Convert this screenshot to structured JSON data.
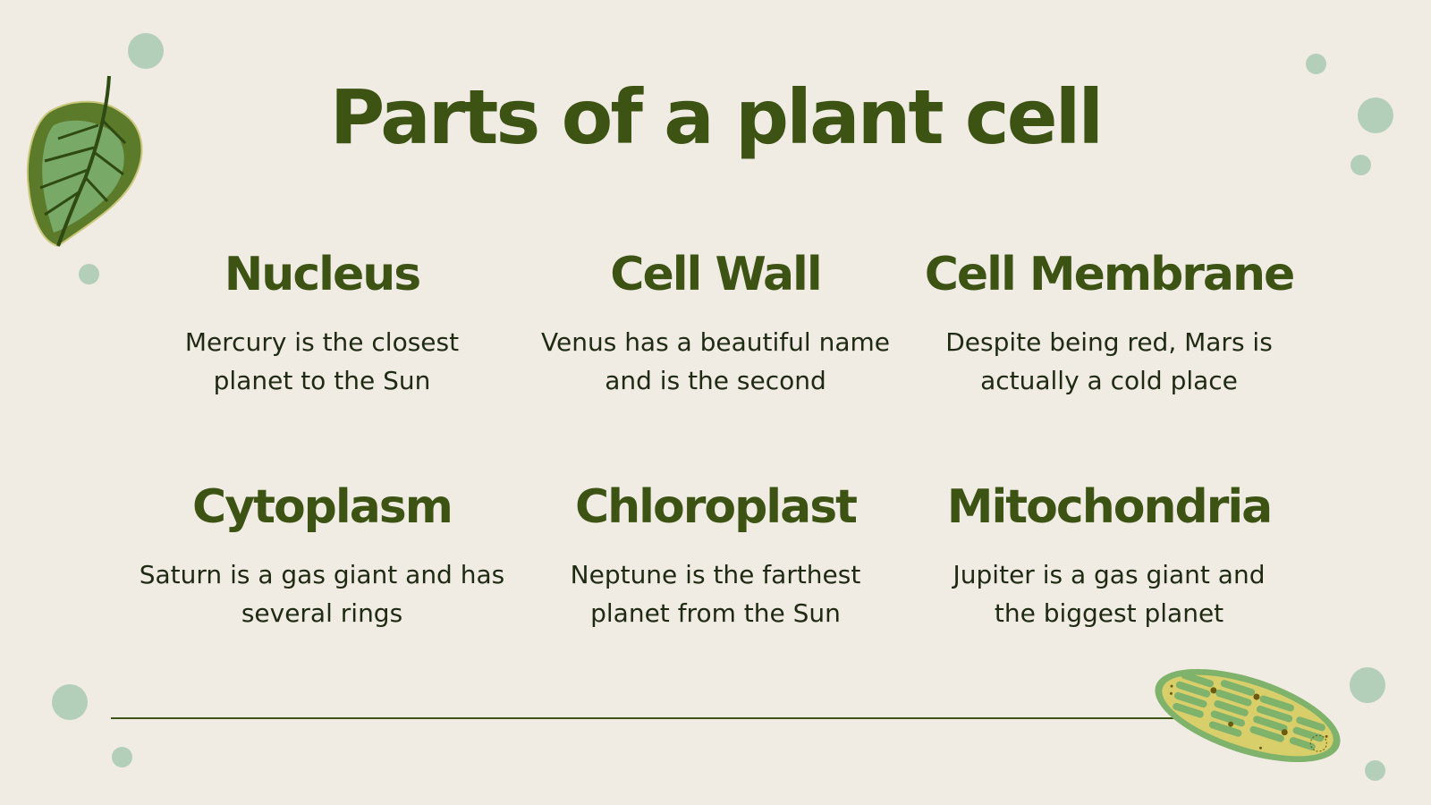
{
  "slide": {
    "title": "Parts of a plant cell",
    "accent_color": "#3d5314",
    "background_color": "#f0ebe3",
    "decor_dot_color": "#b3cfb9"
  },
  "parts": [
    {
      "name": "Nucleus",
      "description": "Mercury is the closest planet to the Sun"
    },
    {
      "name": "Cell Wall",
      "description": "Venus has a beautiful name and is the second"
    },
    {
      "name": "Cell Membrane",
      "description": "Despite being red, Mars is actually a cold place"
    },
    {
      "name": "Cytoplasm",
      "description": "Saturn is a gas giant and has several rings"
    },
    {
      "name": "Chloroplast",
      "description": "Neptune is the farthest planet from the Sun"
    },
    {
      "name": "Mitochondria",
      "description": "Jupiter is a gas giant and the biggest planet"
    }
  ],
  "illustrations": {
    "top_left": "leaf-illustration",
    "bottom_right": "chloroplast-illustration"
  }
}
